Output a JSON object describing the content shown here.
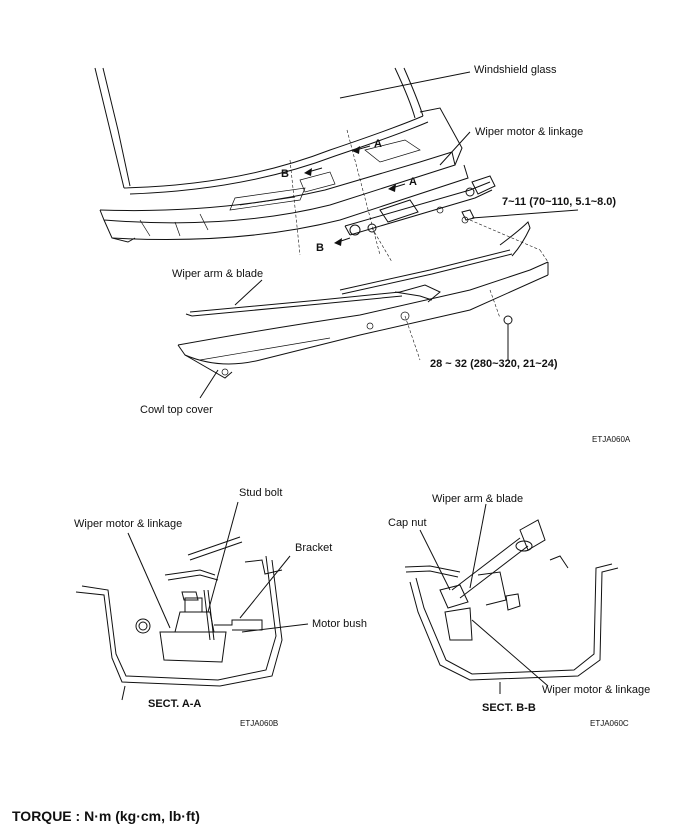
{
  "top_diagram": {
    "windshield_label": "Windshield glass",
    "wiper_motor_label": "Wiper motor & linkage",
    "torque_1": "7~11 (70~110, 5.1~8.0)",
    "wiper_arm_label": "Wiper arm & blade",
    "torque_2": "28 ~ 32 (280~320, 21~24)",
    "cowl_label": "Cowl top cover",
    "code": "ETJA060A",
    "marker_a": "A",
    "marker_b": "B"
  },
  "section_a": {
    "stud_bolt": "Stud bolt",
    "wiper_motor": "Wiper motor & linkage",
    "bracket": "Bracket",
    "motor_bush": "Motor bush",
    "title": "SECT. A-A",
    "code": "ETJA060B"
  },
  "section_b": {
    "wiper_arm": "Wiper arm & blade",
    "cap_nut": "Cap nut",
    "wiper_motor": "Wiper motor & linkage",
    "title": "SECT. B-B",
    "code": "ETJA060C"
  },
  "footer": {
    "torque_note": "TORQUE : N·m (kg·cm, lb·ft)"
  }
}
